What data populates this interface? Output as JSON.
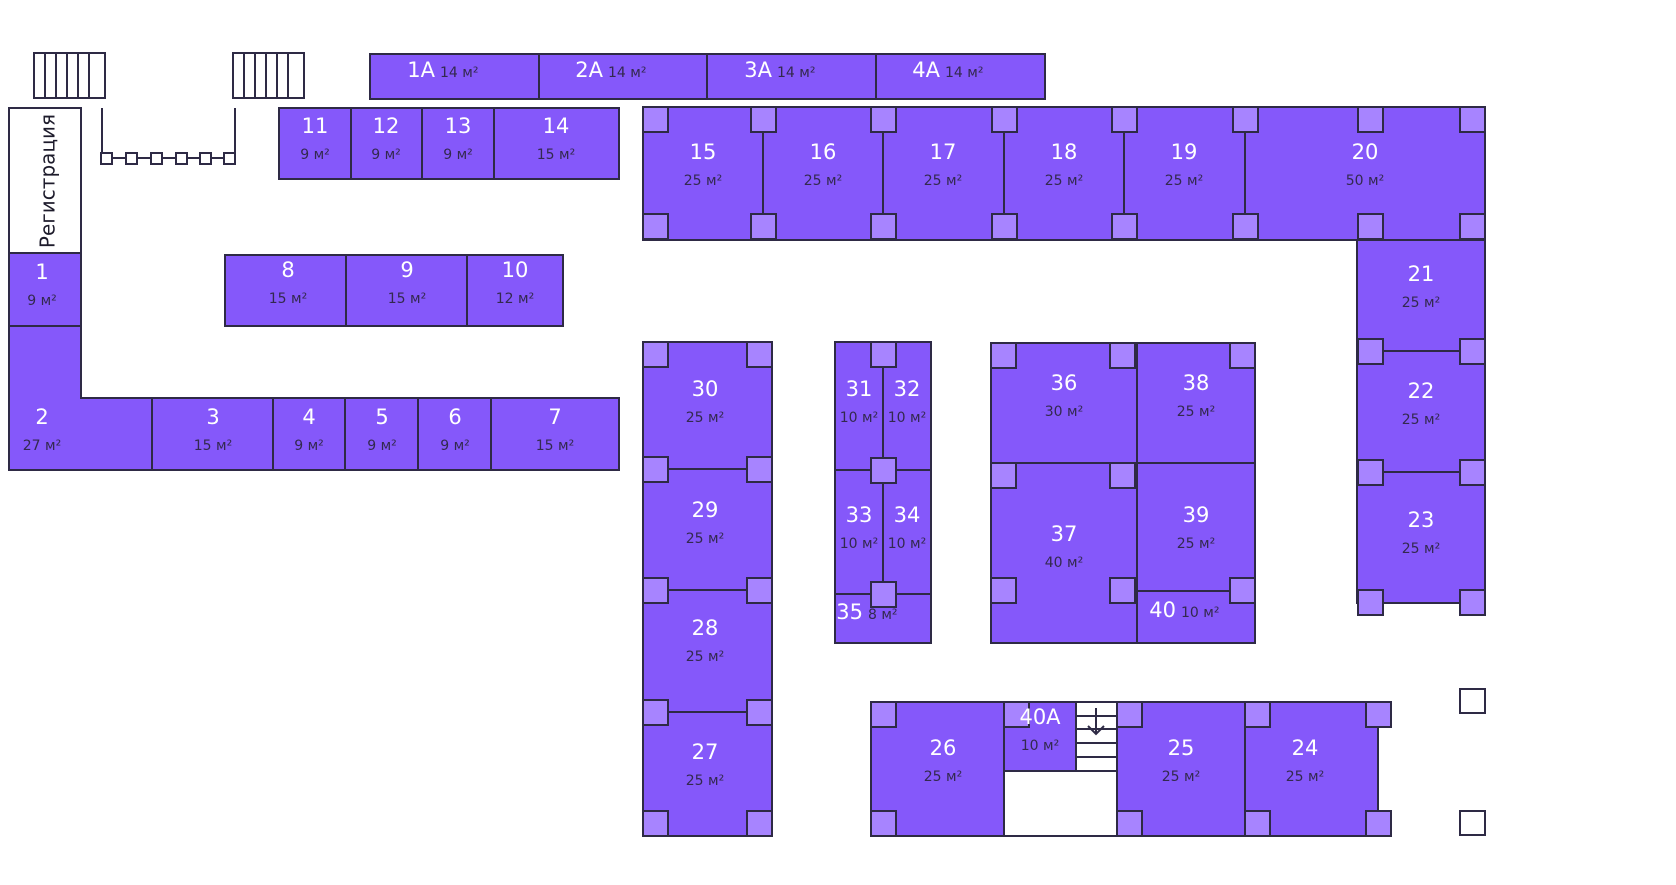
{
  "registration": {
    "label": "Регистрация"
  },
  "rooms": [
    {
      "id": "1A",
      "area": "14 м²"
    },
    {
      "id": "2A",
      "area": "14 м²"
    },
    {
      "id": "3A",
      "area": "14 м²"
    },
    {
      "id": "4A",
      "area": "14 м²"
    },
    {
      "id": "11",
      "area": "9 м²"
    },
    {
      "id": "12",
      "area": "9 м²"
    },
    {
      "id": "13",
      "area": "9 м²"
    },
    {
      "id": "14",
      "area": "15 м²"
    },
    {
      "id": "15",
      "area": "25 м²"
    },
    {
      "id": "16",
      "area": "25 м²"
    },
    {
      "id": "17",
      "area": "25 м²"
    },
    {
      "id": "18",
      "area": "25 м²"
    },
    {
      "id": "19",
      "area": "25 м²"
    },
    {
      "id": "20",
      "area": "50 м²"
    },
    {
      "id": "21",
      "area": "25 м²"
    },
    {
      "id": "22",
      "area": "25 м²"
    },
    {
      "id": "23",
      "area": "25 м²"
    },
    {
      "id": "1",
      "area": "9 м²"
    },
    {
      "id": "8",
      "area": "15 м²"
    },
    {
      "id": "9",
      "area": "15 м²"
    },
    {
      "id": "10",
      "area": "12 м²"
    },
    {
      "id": "2",
      "area": "27 м²"
    },
    {
      "id": "3",
      "area": "15 м²"
    },
    {
      "id": "4",
      "area": "9 м²"
    },
    {
      "id": "5",
      "area": "9 м²"
    },
    {
      "id": "6",
      "area": "9 м²"
    },
    {
      "id": "7",
      "area": "15 м²"
    },
    {
      "id": "30",
      "area": "25 м²"
    },
    {
      "id": "29",
      "area": "25 м²"
    },
    {
      "id": "28",
      "area": "25 м²"
    },
    {
      "id": "27",
      "area": "25 м²"
    },
    {
      "id": "31",
      "area": "10 м²"
    },
    {
      "id": "32",
      "area": "10 м²"
    },
    {
      "id": "33",
      "area": "10 м²"
    },
    {
      "id": "34",
      "area": "10 м²"
    },
    {
      "id": "35",
      "area": "8 м²"
    },
    {
      "id": "36",
      "area": "30 м²"
    },
    {
      "id": "38",
      "area": "25 м²"
    },
    {
      "id": "37",
      "area": "40 м²"
    },
    {
      "id": "39",
      "area": "25 м²"
    },
    {
      "id": "40",
      "area": "10 м²"
    },
    {
      "id": "26",
      "area": "25 м²"
    },
    {
      "id": "40A",
      "area": "10 м²"
    },
    {
      "id": "25",
      "area": "25 м²"
    },
    {
      "id": "24",
      "area": "25 м²"
    }
  ],
  "colors": {
    "room_fill": "#8558fa",
    "pillar_fill": "#a784ff",
    "outline": "#2e2a45",
    "label": "#ffffff",
    "area_text": "#33294e"
  },
  "icons": [
    "stairs-icon",
    "arrow-down-icon",
    "turnstile-icon"
  ]
}
